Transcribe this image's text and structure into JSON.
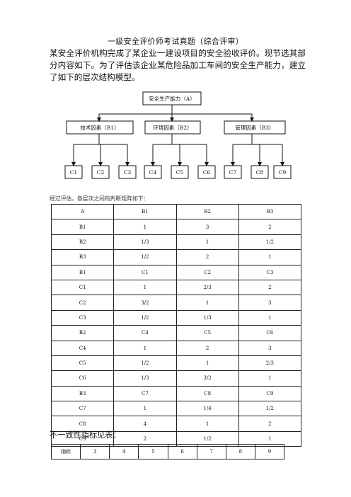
{
  "title": "一级安全评价师考试真题（综合评审）",
  "intro": "某安全评价机构完成了某企业一建设项目的安全验收评价。现节选其部分内容如下。为了评估该企业某危险品加工车间的安全生产能力，建立了如下的层次结构模型。",
  "hierarchy": {
    "root": "安全生产能力（A）",
    "criteria": [
      "技术因素（B1）",
      "环境因素（B2）",
      "管理因素（B3）"
    ],
    "leaves": [
      "C1",
      "C2",
      "C3",
      "C4",
      "C5",
      "C6",
      "C7",
      "C8",
      "C9"
    ]
  },
  "matrix_caption": "经过评估，各层次之间的判断矩阵如下：",
  "matrix_rows": [
    [
      "A",
      "B1",
      "B2",
      "B3"
    ],
    [
      "B1",
      "1",
      "3",
      "2"
    ],
    [
      "B2",
      "1/3",
      "1",
      "1/2"
    ],
    [
      "B3",
      "1/2",
      "2",
      "1"
    ],
    [
      "B1",
      "C1",
      "C2",
      "C3"
    ],
    [
      "C1",
      "1",
      "2/3",
      "2"
    ],
    [
      "C2",
      "3/2",
      "1",
      "3"
    ],
    [
      "C3",
      "1/2",
      "1/3",
      "1"
    ],
    [
      "B2",
      "C4",
      "C5",
      "C6"
    ],
    [
      "C4",
      "1",
      "2",
      "3"
    ],
    [
      "C5",
      "1/2",
      "1",
      "2/3"
    ],
    [
      "C6",
      "1/3",
      "3/2",
      "1"
    ],
    [
      "B3",
      "C7",
      "C8",
      "C9"
    ],
    [
      "C7",
      "1",
      "1/4",
      "1/2"
    ],
    [
      "C8",
      "4",
      "1",
      "2"
    ],
    [
      "C9",
      "2",
      "1/2",
      "1"
    ]
  ],
  "ci_title": "不一致性指标见表：",
  "ci_row": [
    "指标",
    "3",
    "4",
    "5",
    "6",
    "7",
    "8",
    "9"
  ]
}
